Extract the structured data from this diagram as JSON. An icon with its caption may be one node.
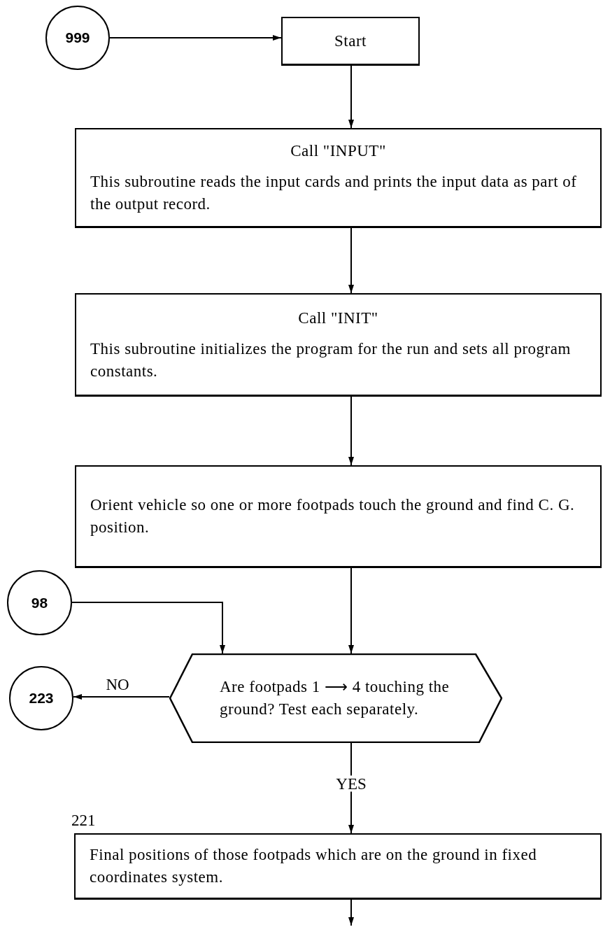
{
  "diagram": {
    "nodes": [
      {
        "text": [
          "999"
        ]
      },
      {
        "text": [
          "Start"
        ]
      },
      {
        "text": [
          "Call \"INPUT\"",
          "This subroutine reads the input cards and prints the input data as part of the output record."
        ]
      },
      {
        "text": [
          "Call \"INIT\"",
          "This subroutine initializes the program for the run and sets all program constants."
        ]
      },
      {
        "text": [
          "Orient vehicle so one or more footpads touch the ground and find C. G. position."
        ]
      },
      {
        "text": [
          "98"
        ]
      },
      {
        "text": [
          "223"
        ]
      },
      {
        "text": [
          "Are footpads 1 ⟶ 4 touching the ground? Test each separately."
        ]
      },
      {
        "text": [
          "Final positions of those footpads which are on the ground in fixed coordinates system."
        ],
        "beside": [
          "221"
        ]
      }
    ],
    "edges": [
      {
        "from": 0,
        "to": 1,
        "arrow": "to"
      },
      {
        "from": 1,
        "to": 2,
        "arrow": "to"
      },
      {
        "from": 2,
        "to": 3,
        "arrow": "to"
      },
      {
        "from": 3,
        "to": 4,
        "arrow": "to"
      },
      {
        "from": 4,
        "to": 7,
        "arrow": "to"
      },
      {
        "from": 5,
        "to": 7,
        "arrow": "to"
      },
      {
        "from": 7,
        "to": 6,
        "arrow": "to",
        "label": "NO"
      },
      {
        "from": 7,
        "to": 8,
        "arrow": "to",
        "label": "YES"
      },
      {
        "from": 8,
        "to": null,
        "arrow": "to"
      }
    ]
  }
}
